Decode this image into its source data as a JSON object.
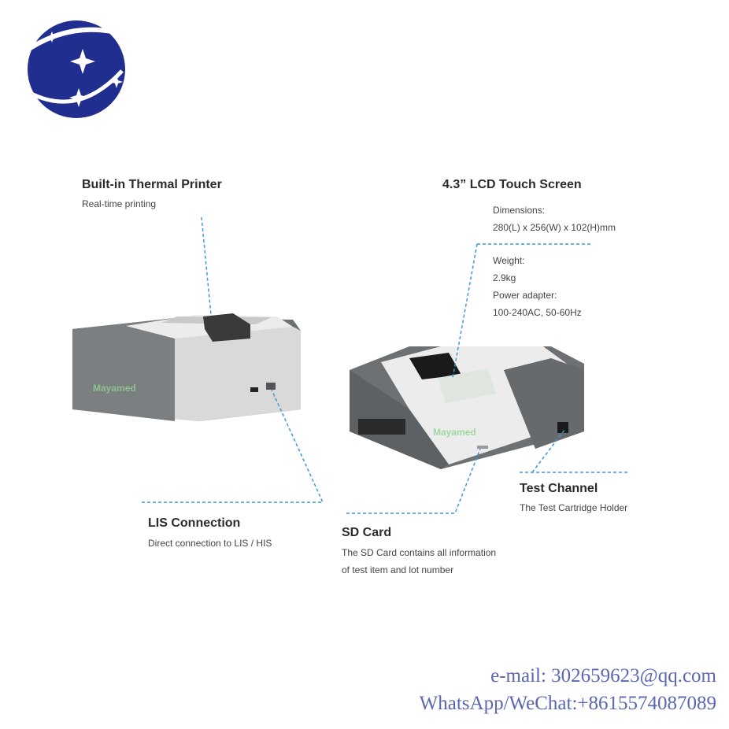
{
  "labels": {
    "printer": {
      "title": "Built-in Thermal Printer",
      "subtitle": "Real-time printing"
    },
    "lcd": {
      "title": "4.3” LCD Touch Screen"
    },
    "lis": {
      "title": "LIS Connection",
      "subtitle": "Direct connection to LIS / HIS"
    },
    "sd": {
      "title": "SD Card",
      "line1": "The SD Card contains all information",
      "line2": "of test item and lot number"
    },
    "channel": {
      "title": "Test Channel",
      "subtitle": "The Test Cartridge Holder"
    }
  },
  "specs": {
    "dimensions_label": "Dimensions:",
    "dimensions_value": "280(L) x 256(W) x 102(H)mm",
    "weight_label": "Weight:",
    "weight_value": "2.9kg",
    "power_label": "Power adapter:",
    "power_value": "100-240AC, 50-60Hz"
  },
  "watermark": "Mayamed",
  "contact": {
    "email": "e-mail: 302659623@qq.com",
    "whatsapp": "WhatsApp/WeChat:+8615574087089"
  },
  "colors": {
    "brand_blue": "#1f2e8f",
    "leader_line": "#3b9ad9",
    "device_gray": "#6d7173",
    "device_white": "#ececec",
    "contact_text": "#5b67b3"
  }
}
